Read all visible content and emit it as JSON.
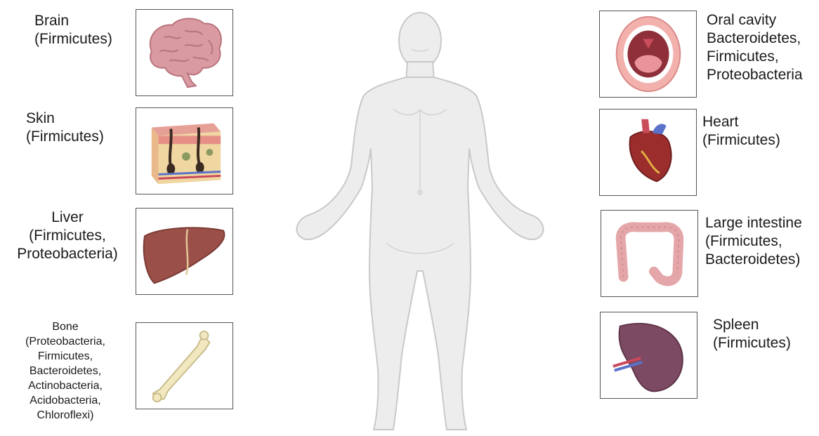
{
  "organs": {
    "brain": {
      "lines": [
        "Brain",
        "(Firmicutes)"
      ]
    },
    "skin": {
      "lines": [
        "Skin",
        "(Firmicutes)"
      ]
    },
    "liver": {
      "lines": [
        "Liver",
        "(Firmicutes,",
        "Proteobacteria)"
      ]
    },
    "bone": {
      "lines": [
        "Bone",
        "(Proteobacteria,",
        "Firmicutes,",
        "Bacteroidetes,",
        "Actinobacteria,",
        "Acidobacteria,",
        "Chloroflexi)"
      ]
    },
    "oral": {
      "lines": [
        "Oral cavity",
        "Bacteroidetes,",
        "Firmicutes,",
        "Proteobacteria"
      ]
    },
    "heart": {
      "lines": [
        "Heart",
        "(Firmicutes)"
      ]
    },
    "intestine": {
      "lines": [
        "Large intestine",
        "(Firmicutes,",
        "Bacteroidetes)"
      ]
    },
    "spleen": {
      "lines": [
        "Spleen",
        "(Firmicutes)"
      ]
    }
  },
  "icons": {
    "brain": "brain-icon",
    "skin": "skin-icon",
    "liver": "liver-icon",
    "bone": "bone-icon",
    "oral": "oral-cavity-icon",
    "heart": "heart-icon",
    "intestine": "large-intestine-icon",
    "spleen": "spleen-icon",
    "body": "human-body-figure"
  },
  "colors": {
    "box_border": "#555555",
    "body_fill": "#ededed",
    "brain": "#d4949b",
    "liver": "#9a5048",
    "bone": "#f2e8c0",
    "heart": "#9b2d2d",
    "intestine": "#e4a6a8",
    "spleen": "#7d4a63",
    "mouth": "#e8949a"
  }
}
